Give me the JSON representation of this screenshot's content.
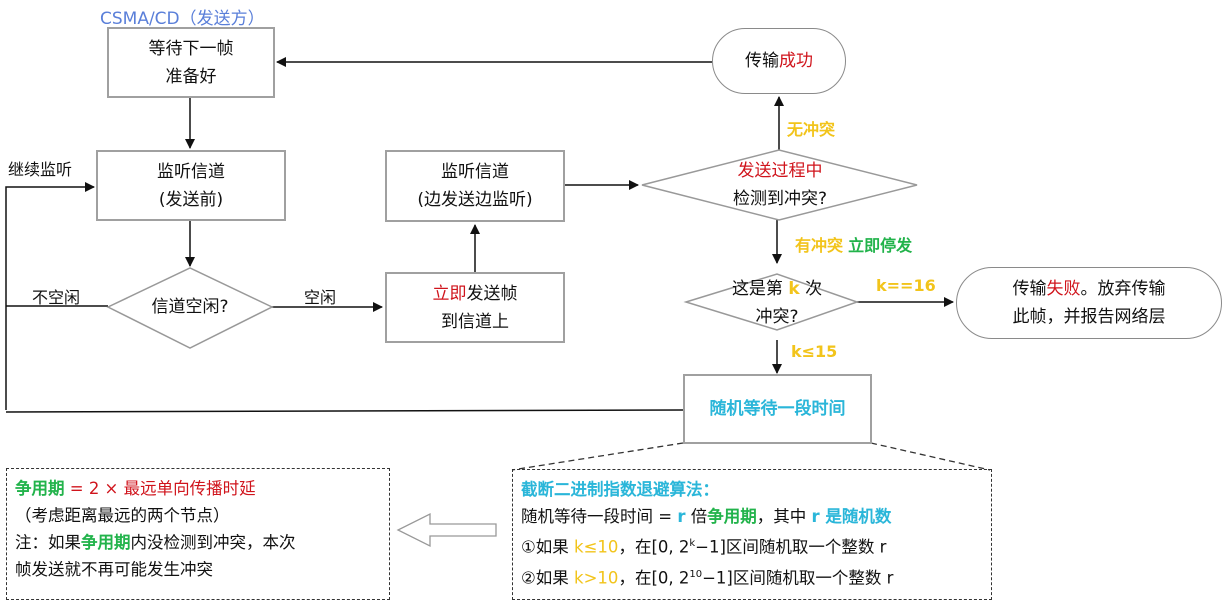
{
  "title": "CSMA/CD（发送方）",
  "colors": {
    "title": "#5a7fd9",
    "highlight_red": "#d0141c",
    "highlight_yellow": "#f2c41b",
    "highlight_green": "#22b34b",
    "highlight_cyan": "#2ab6d9"
  },
  "nodes": {
    "wait_next": {
      "line1": "等待下一帧",
      "line2": "准备好"
    },
    "listen_before": {
      "line1": "监听信道",
      "line2": "(发送前)"
    },
    "channel_idle": {
      "text": "信道空闲?"
    },
    "send_frame": {
      "line1_red": "立即",
      "line1_rest": "发送帧",
      "line2": "到信道上"
    },
    "listen_during": {
      "line1": "监听信道",
      "line2": "(边发送边监听)"
    },
    "collision_check": {
      "line1": "发送过程中",
      "line2": "检测到冲突?"
    },
    "success": {
      "prefix": "传输",
      "red": "成功"
    },
    "kth_collision": {
      "pre": "这是第",
      "k": "k",
      "post": "次",
      "line2": "冲突?"
    },
    "failure": {
      "prefix": "传输",
      "red": "失败",
      "rest": "。放弃传输",
      "line2": "此帧，并报告网络层"
    },
    "random_wait": {
      "text": "随机等待一段时间"
    }
  },
  "edge_labels": {
    "keep_listening": "继续监听",
    "not_idle": "不空闲",
    "idle": "空闲",
    "no_collision": "无冲突",
    "has_collision": "有冲突",
    "stop_now": "立即停发",
    "k_eq_16": "k==16",
    "k_le_15": "k≤15"
  },
  "contention_note": {
    "term": "争用期",
    "formula_mid": " = 2 × ",
    "formula_red": "最远单向传播时延",
    "line2": "（考虑距离最远的两个节点）",
    "line3_pre": "注：如果",
    "line3_term": "争用期",
    "line3_post": "内没检测到冲突，本次",
    "line4": "帧发送就不再可能发生冲突"
  },
  "backoff_note": {
    "heading": "截断二进制指数退避算法：",
    "line2_pre": "随机等待一段时间 = ",
    "r1": "r",
    "line2_mid": " 倍",
    "term": "争用期",
    "line2_post": "，其中 ",
    "r2": "r 是随机数",
    "rule1_pre": "①如果 ",
    "rule1_cond": "k≤10",
    "rule1_mid": "，在[0, 2",
    "rule1_sup": "k",
    "rule1_post": "−1]区间随机取一个整数 r",
    "rule2_pre": "②如果 ",
    "rule2_cond": "k>10",
    "rule2_mid": "，在[0, 2",
    "rule2_sup": "10",
    "rule2_post": "−1]区间随机取一个整数 r"
  }
}
